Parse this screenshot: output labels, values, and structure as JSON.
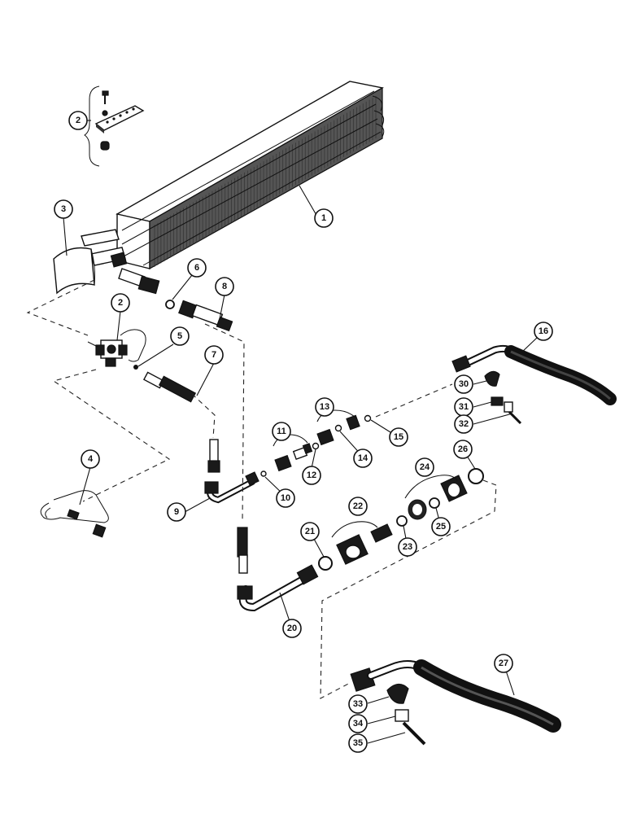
{
  "callouts": [
    {
      "label": "1"
    },
    {
      "label": "2"
    },
    {
      "label": "2"
    },
    {
      "label": "3"
    },
    {
      "label": "4"
    },
    {
      "label": "5"
    },
    {
      "label": "6"
    },
    {
      "label": "7"
    },
    {
      "label": "8"
    },
    {
      "label": "9"
    },
    {
      "label": "10"
    },
    {
      "label": "11"
    },
    {
      "label": "12"
    },
    {
      "label": "13"
    },
    {
      "label": "14"
    },
    {
      "label": "15"
    },
    {
      "label": "16"
    },
    {
      "label": "20"
    },
    {
      "label": "21"
    },
    {
      "label": "22"
    },
    {
      "label": "23"
    },
    {
      "label": "24"
    },
    {
      "label": "25"
    },
    {
      "label": "26"
    },
    {
      "label": "27"
    },
    {
      "label": "30"
    },
    {
      "label": "31"
    },
    {
      "label": "32"
    },
    {
      "label": "33"
    },
    {
      "label": "34"
    },
    {
      "label": "35"
    }
  ]
}
